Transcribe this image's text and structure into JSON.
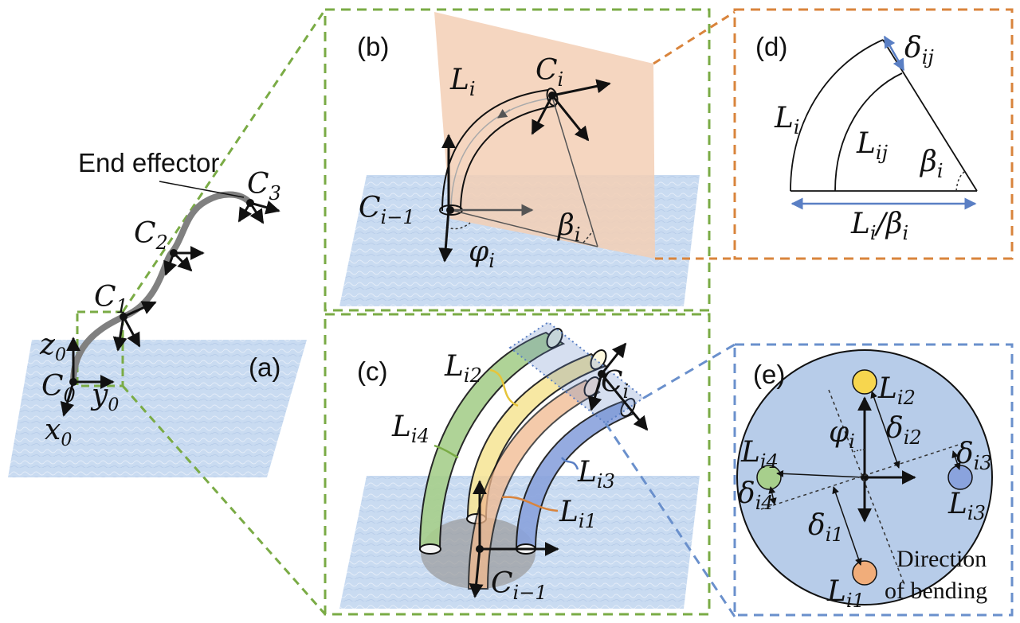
{
  "colors": {
    "green_dash": "#7aab45",
    "orange_dash": "#d9843c",
    "blue_dash": "#6a90cc",
    "ground_plane": "#c8d9ef",
    "bending_plane": "#f3cfb5",
    "tendon_green": "#a7cf8c",
    "tendon_yellow": "#f7e69a",
    "tendon_orange": "#f1b98e",
    "tendon_blue": "#8aa3dd",
    "disc_fill": "#b7cce9"
  },
  "icons": {
    "frame_axes": "arrow-triad-icon",
    "angle_mark": "dotted-arc-icon"
  },
  "panels": {
    "a": {
      "tag": "(a)",
      "end_effector": "End effector",
      "labels": [
        "C",
        "C",
        "C",
        "C"
      ],
      "subscripts": [
        "0",
        "1",
        "2",
        "3"
      ],
      "axes": {
        "z": "z",
        "z_sub": "0",
        "y": "y",
        "y_sub": "0",
        "x": "x",
        "x_sub": "0"
      }
    },
    "b": {
      "tag": "(b)",
      "L": "L",
      "L_sub": "i",
      "C_top": "C",
      "C_top_sub": "i",
      "C_base": "C",
      "C_base_sub": "i−1",
      "beta": "β",
      "beta_sub": "i",
      "phi": "φ",
      "phi_sub": "i"
    },
    "c": {
      "tag": "(c)",
      "L2": "L",
      "L2_sub": "i2",
      "L4": "L",
      "L4_sub": "i4",
      "L3": "L",
      "L3_sub": "i3",
      "L1": "L",
      "L1_sub": "i1",
      "C_top": "C",
      "C_top_sub": "i",
      "C_base": "C",
      "C_base_sub": "i−1"
    },
    "d": {
      "tag": "(d)",
      "delta": "δ",
      "delta_sub": "ij",
      "L": "L",
      "L_sub": "i",
      "Lij": "L",
      "Lij_sub": "ij",
      "beta": "β",
      "beta_sub": "i",
      "bottom_a": "L",
      "bottom_a_sub": "i",
      "bottom_slash": "/",
      "bottom_b": "β",
      "bottom_b_sub": "i"
    },
    "e": {
      "tag": "(e)",
      "L2": "L",
      "L2_sub": "i2",
      "L4": "L",
      "L4_sub": "i4",
      "L3": "L",
      "L3_sub": "i3",
      "L1": "L",
      "L1_sub": "i1",
      "phi": "φ",
      "phi_sub": "i",
      "d2": "δ",
      "d2_sub": "i2",
      "d3": "δ",
      "d3_sub": "i3",
      "d4": "δ",
      "d4_sub": "i4",
      "d1": "δ",
      "d1_sub": "i1",
      "direction_line1": "Direction",
      "direction_line2": "of bending"
    }
  }
}
